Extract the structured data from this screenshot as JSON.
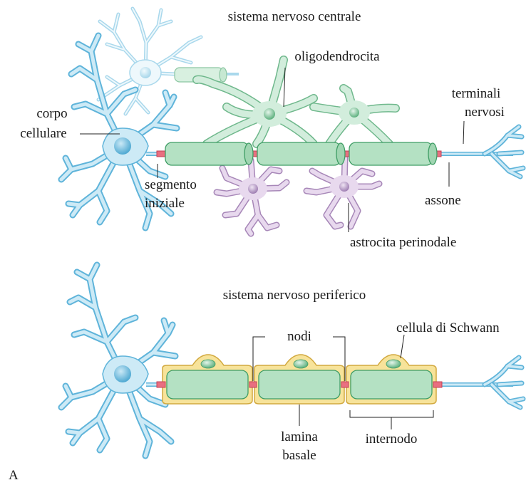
{
  "labels": {
    "cns_title": "sistema nervoso centrale",
    "oligodendrocyte": "oligodendrocita",
    "cell_body_line1": "corpo",
    "cell_body_line2": "cellulare",
    "nerve_terminals_line1": "terminali",
    "nerve_terminals_line2": "nervosi",
    "initial_segment_line1": "segmento",
    "initial_segment_line2": "iniziale",
    "axon": "assone",
    "perinodal_astrocyte": "astrocita perinodale",
    "pns_title": "sistema nervoso periferico",
    "nodes": "nodi",
    "schwann_cell": "cellula di Schwann",
    "basal_lamina_line1": "lamina",
    "basal_lamina_line2": "basale",
    "internode": "internodo",
    "panel_letter": "A"
  },
  "colors": {
    "neuron": "#5fb4da",
    "neuron_fill": "#cdeaf6",
    "oligodendrocyte": "#b4e1c3",
    "astrocyte": "#d9c4e3",
    "myelin": "#b4e1c3",
    "node_of_ranvier": "#e96f80",
    "basal_lamina": "#f7e39a"
  }
}
